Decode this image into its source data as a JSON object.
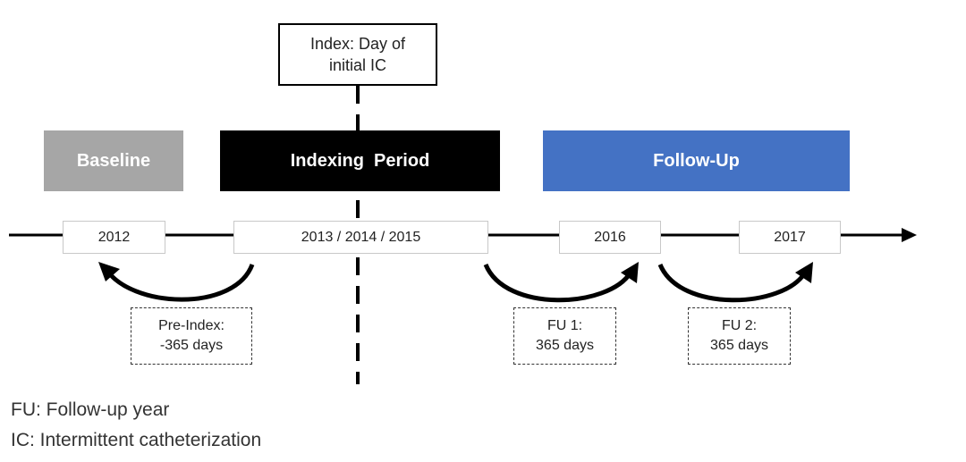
{
  "index_box": {
    "line1": "Index: Day of",
    "line2": "initial IC"
  },
  "periods": {
    "baseline": "Baseline",
    "indexing": "Indexing  Period",
    "followup": "Follow-Up"
  },
  "years": {
    "y2012": "2012",
    "y2013_2015": "2013 / 2014 / 2015",
    "y2016": "2016",
    "y2017": "2017"
  },
  "notes": {
    "pre_index": {
      "line1": "Pre-Index:",
      "line2": "-365 days"
    },
    "fu1": {
      "line1": "FU 1:",
      "line2": "365 days"
    },
    "fu2": {
      "line1": "FU 2:",
      "line2": "365 days"
    }
  },
  "legend": {
    "fu": "FU: Follow-up year",
    "ic": "IC: Intermittent catheterization"
  },
  "colors": {
    "baseline": "#a6a6a6",
    "indexing": "#000000",
    "followup": "#4472c4"
  }
}
